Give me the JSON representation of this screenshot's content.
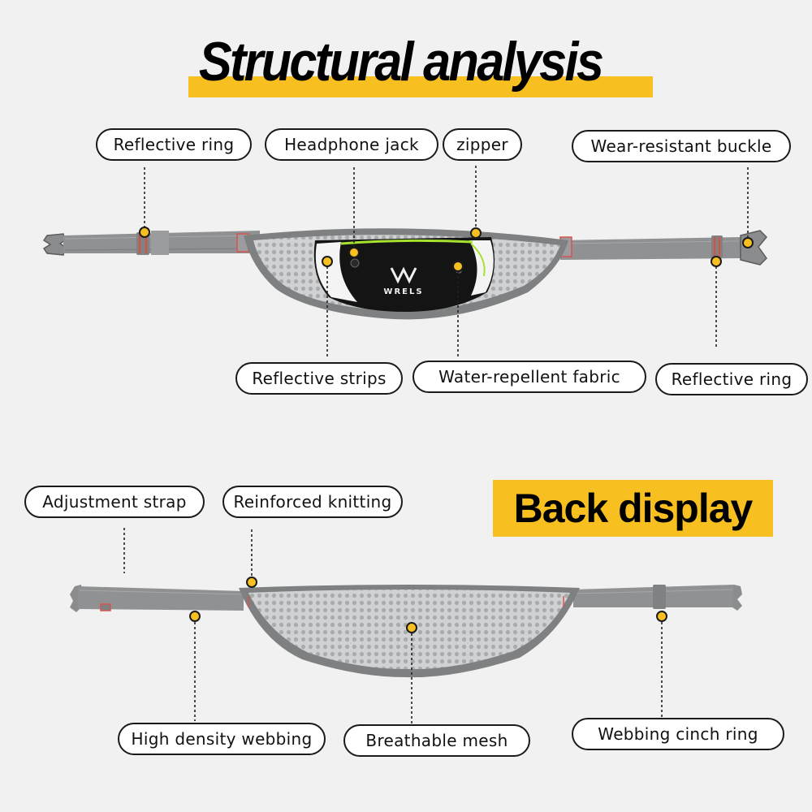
{
  "title": "Structural analysis",
  "back_title": "Back display",
  "brand": "WRELS",
  "front_labels": {
    "reflective_ring_left": "Reflective ring",
    "headphone_jack": "Headphone jack",
    "zipper": "zipper",
    "wear_resistant_buckle": "Wear-resistant buckle",
    "reflective_strips": "Reflective strips",
    "water_repellent_fabric": "Water-repellent fabric",
    "reflective_ring_right": "Reflective ring"
  },
  "back_labels": {
    "adjustment_strap": "Adjustment strap",
    "reinforced_knitting": "Reinforced knitting",
    "high_density_webbing": "High density webbing",
    "breathable_mesh": "Breathable mesh",
    "webbing_cinch_ring": "Webbing cinch ring"
  },
  "colors": {
    "accent": "#f7bf1f",
    "strap": "#8f9192",
    "mesh": "#c9cbcc",
    "pocket": "#141414",
    "zipper_trim": "#a6e22e",
    "marker": "#f7bf1f"
  }
}
